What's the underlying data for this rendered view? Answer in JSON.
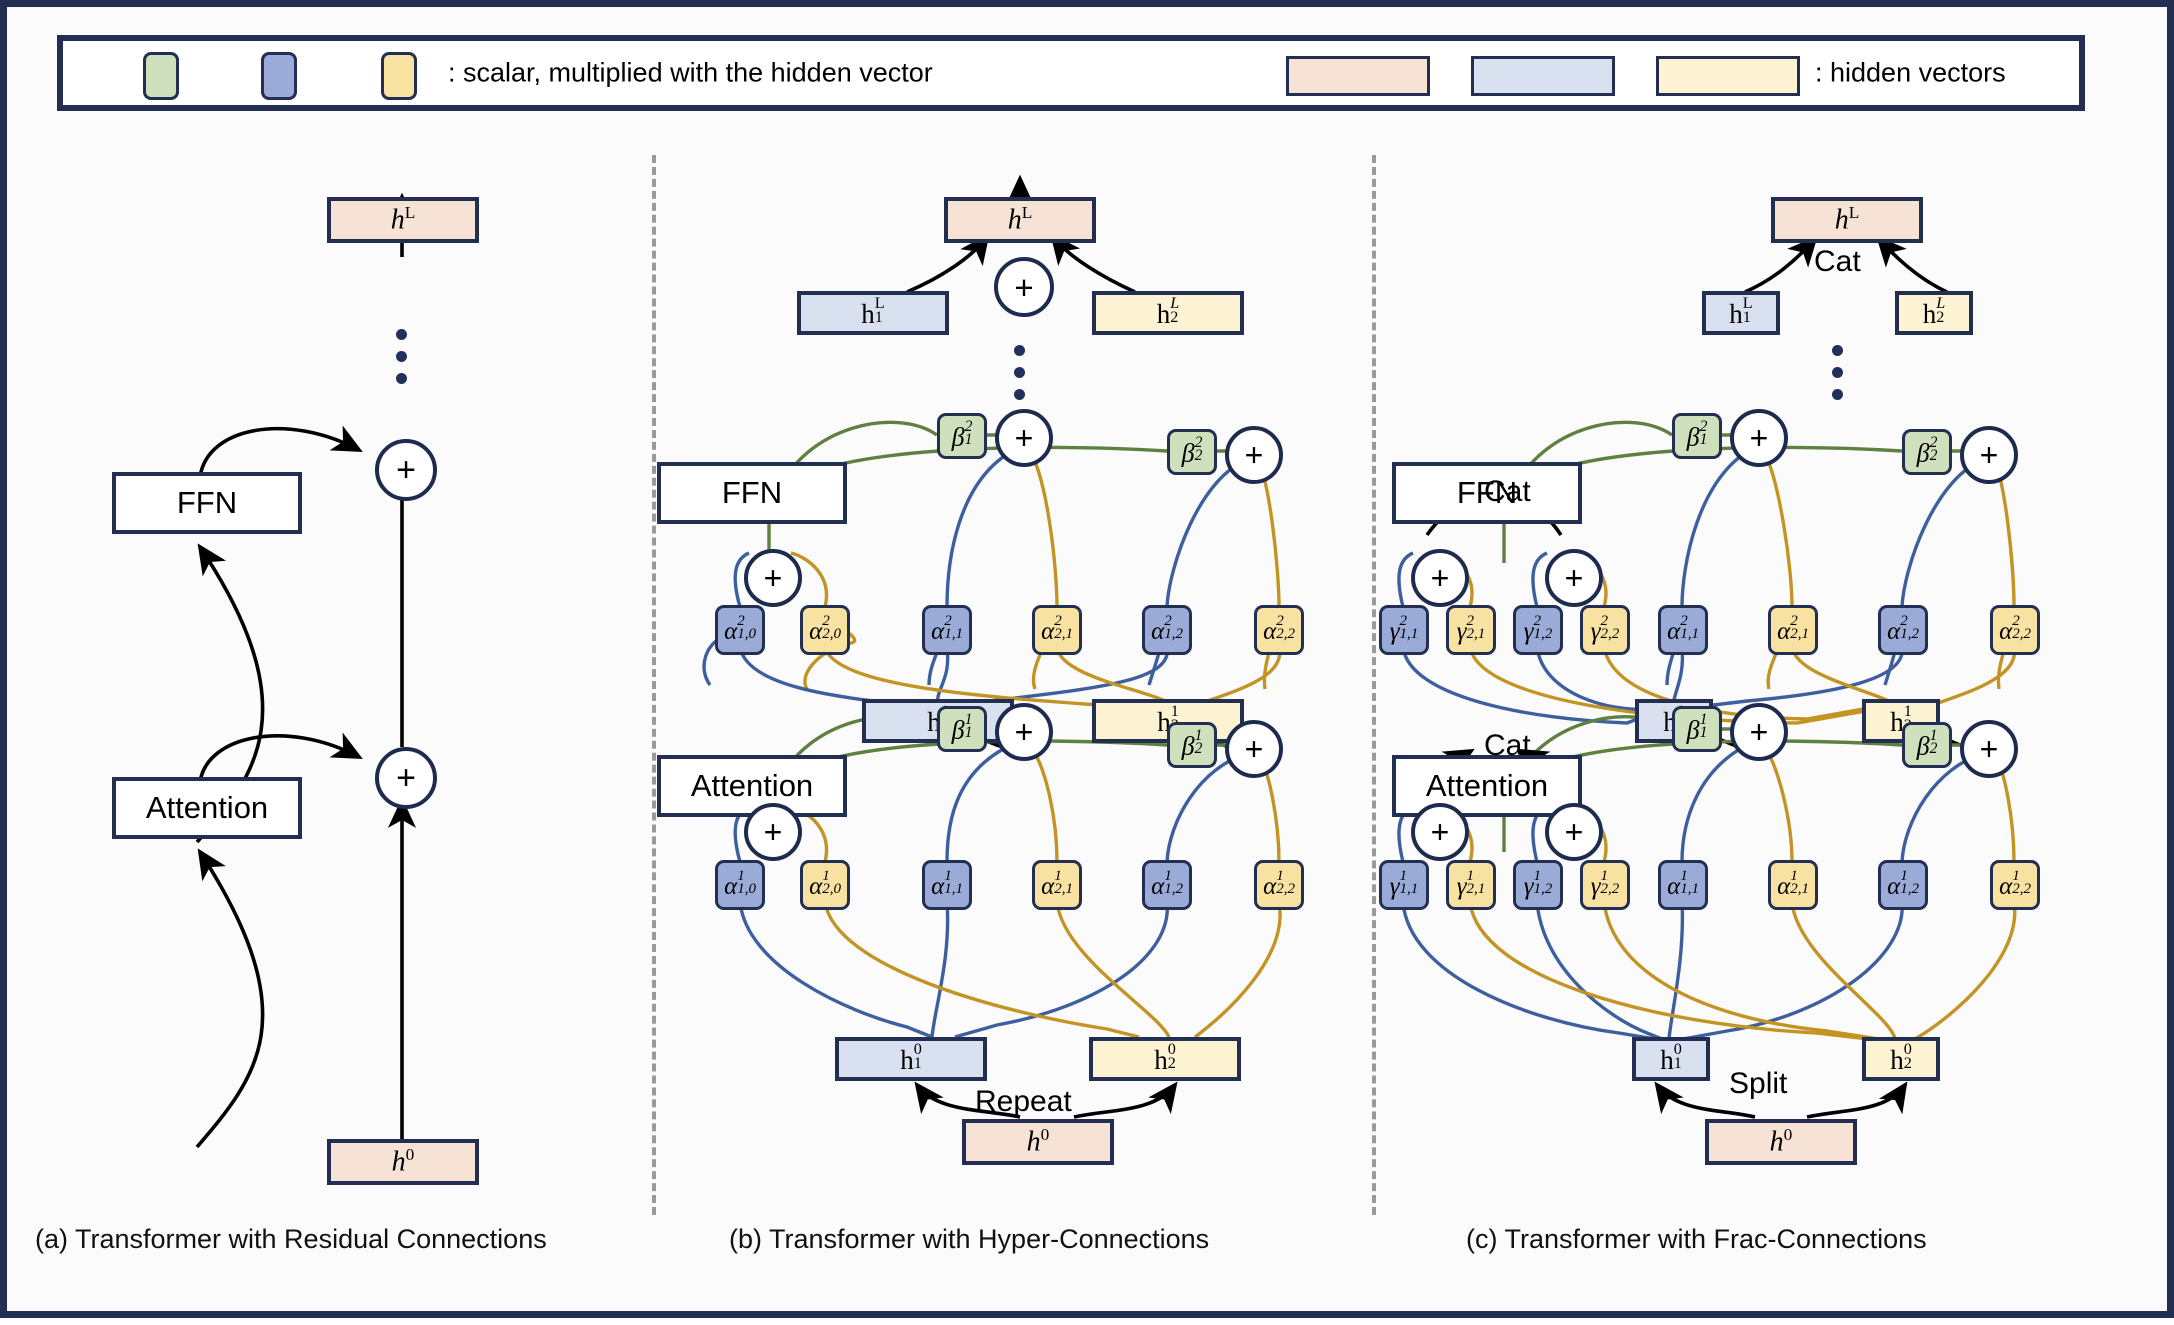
{
  "legend": {
    "scalar_text": ": scalar, multiplied with the hidden vector",
    "vector_text": ": hidden vectors",
    "scalar_swatches": [
      "green",
      "blue",
      "yellow"
    ],
    "vector_swatches": [
      "pink",
      "blue",
      "yellow"
    ]
  },
  "colors": {
    "frame": "#222f52",
    "green_fill": "#cfe0bc",
    "blue_fill": "#9aabd8",
    "yellow_fill": "#f8e2a2",
    "pink_vec": "#f7e3d6",
    "blue_vec": "#d9e0f0",
    "yellow_vec": "#fdf3d3",
    "edge_green": "#5f8040",
    "edge_blue": "#3e5f9e",
    "edge_gold": "#c39423",
    "edge_black": "#000000"
  },
  "panels": [
    {
      "id": "a",
      "caption": "(a) Transformer with Residual Connections",
      "blocks": {
        "ffn": "FFN",
        "attention": "Attention"
      },
      "vectors": [
        {
          "name": "h-out",
          "label": "h",
          "sup": "L"
        },
        {
          "name": "h-in",
          "label": "h",
          "sup": "0"
        }
      ],
      "plus": "+"
    },
    {
      "id": "b",
      "caption": "(b) Transformer with Hyper-Connections",
      "blocks": {
        "ffn": "FFN",
        "attention": "Attention"
      },
      "merge_label": "Repeat",
      "plus": "+",
      "vectors": [
        {
          "name": "h-out",
          "label": "h",
          "sup": "L"
        },
        {
          "name": "h1-L",
          "label": "h",
          "sub": "1",
          "sup": "L"
        },
        {
          "name": "h2-L",
          "label": "h",
          "sub": "2",
          "sup": "L"
        },
        {
          "name": "h1-1",
          "label": "h",
          "sub": "1",
          "sup": "1"
        },
        {
          "name": "h2-1",
          "label": "h",
          "sub": "2",
          "sup": "1"
        },
        {
          "name": "h1-0",
          "label": "h",
          "sub": "1",
          "sup": "0"
        },
        {
          "name": "h2-0",
          "label": "h",
          "sub": "2",
          "sup": "0"
        },
        {
          "name": "h-in",
          "label": "h",
          "sup": "0"
        }
      ],
      "beta_row_2": [
        {
          "sym": "β",
          "sub": "1",
          "sup": "2",
          "color": "green"
        },
        {
          "sym": "β",
          "sub": "2",
          "sup": "2",
          "color": "green"
        }
      ],
      "beta_row_1": [
        {
          "sym": "β",
          "sub": "1",
          "sup": "1",
          "color": "green"
        },
        {
          "sym": "β",
          "sub": "2",
          "sup": "1",
          "color": "green"
        }
      ],
      "alpha_row_2": [
        {
          "sym": "α",
          "sub": "1,0",
          "sup": "2",
          "color": "blue"
        },
        {
          "sym": "α",
          "sub": "2,0",
          "sup": "2",
          "color": "yellow"
        },
        {
          "sym": "α",
          "sub": "1,1",
          "sup": "2",
          "color": "blue"
        },
        {
          "sym": "α",
          "sub": "2,1",
          "sup": "2",
          "color": "yellow"
        },
        {
          "sym": "α",
          "sub": "1,2",
          "sup": "2",
          "color": "blue"
        },
        {
          "sym": "α",
          "sub": "2,2",
          "sup": "2",
          "color": "yellow"
        }
      ],
      "alpha_row_1": [
        {
          "sym": "α",
          "sub": "1,0",
          "sup": "1",
          "color": "blue"
        },
        {
          "sym": "α",
          "sub": "2,0",
          "sup": "1",
          "color": "yellow"
        },
        {
          "sym": "α",
          "sub": "1,1",
          "sup": "1",
          "color": "blue"
        },
        {
          "sym": "α",
          "sub": "2,1",
          "sup": "1",
          "color": "yellow"
        },
        {
          "sym": "α",
          "sub": "1,2",
          "sup": "1",
          "color": "blue"
        },
        {
          "sym": "α",
          "sub": "2,2",
          "sup": "1",
          "color": "yellow"
        }
      ]
    },
    {
      "id": "c",
      "caption": "(c) Transformer with Frac-Connections",
      "blocks": {
        "ffn": "FFN",
        "attention": "Attention"
      },
      "merge_label": "Split",
      "cat_label": "Cat",
      "plus": "+",
      "vectors": [
        {
          "name": "h-out",
          "label": "h",
          "sup": "L"
        },
        {
          "name": "h1-L",
          "label": "h",
          "sub": "1",
          "sup": "L"
        },
        {
          "name": "h2-L",
          "label": "h",
          "sub": "2",
          "sup": "L"
        },
        {
          "name": "h1-1",
          "label": "h",
          "sub": "1",
          "sup": "1"
        },
        {
          "name": "h2-1",
          "label": "h",
          "sub": "2",
          "sup": "1"
        },
        {
          "name": "h1-0",
          "label": "h",
          "sub": "1",
          "sup": "0"
        },
        {
          "name": "h2-0",
          "label": "h",
          "sub": "2",
          "sup": "0"
        },
        {
          "name": "h-in",
          "label": "h",
          "sup": "0"
        }
      ],
      "beta_row_2": [
        {
          "sym": "β",
          "sub": "1",
          "sup": "2",
          "color": "green"
        },
        {
          "sym": "β",
          "sub": "2",
          "sup": "2",
          "color": "green"
        }
      ],
      "beta_row_1": [
        {
          "sym": "β",
          "sub": "1",
          "sup": "1",
          "color": "green"
        },
        {
          "sym": "β",
          "sub": "2",
          "sup": "1",
          "color": "green"
        }
      ],
      "gamma_row_2": [
        {
          "sym": "γ",
          "sub": "1,1",
          "sup": "2",
          "color": "blue"
        },
        {
          "sym": "γ",
          "sub": "2,1",
          "sup": "2",
          "color": "yellow"
        },
        {
          "sym": "γ",
          "sub": "1,2",
          "sup": "2",
          "color": "blue"
        },
        {
          "sym": "γ",
          "sub": "2,2",
          "sup": "2",
          "color": "yellow"
        }
      ],
      "gamma_row_1": [
        {
          "sym": "γ",
          "sub": "1,1",
          "sup": "1",
          "color": "blue"
        },
        {
          "sym": "γ",
          "sub": "2,1",
          "sup": "1",
          "color": "yellow"
        },
        {
          "sym": "γ",
          "sub": "1,2",
          "sup": "1",
          "color": "blue"
        },
        {
          "sym": "γ",
          "sub": "2,2",
          "sup": "1",
          "color": "yellow"
        }
      ],
      "alpha_row_2": [
        {
          "sym": "α",
          "sub": "1,1",
          "sup": "2",
          "color": "blue"
        },
        {
          "sym": "α",
          "sub": "2,1",
          "sup": "2",
          "color": "yellow"
        },
        {
          "sym": "α",
          "sub": "1,2",
          "sup": "2",
          "color": "blue"
        },
        {
          "sym": "α",
          "sub": "2,2",
          "sup": "2",
          "color": "yellow"
        }
      ],
      "alpha_row_1": [
        {
          "sym": "α",
          "sub": "1,1",
          "sup": "1",
          "color": "blue"
        },
        {
          "sym": "α",
          "sub": "2,1",
          "sup": "1",
          "color": "yellow"
        },
        {
          "sym": "α",
          "sub": "1,2",
          "sup": "1",
          "color": "blue"
        },
        {
          "sym": "α",
          "sub": "2,2",
          "sup": "1",
          "color": "yellow"
        }
      ]
    }
  ]
}
